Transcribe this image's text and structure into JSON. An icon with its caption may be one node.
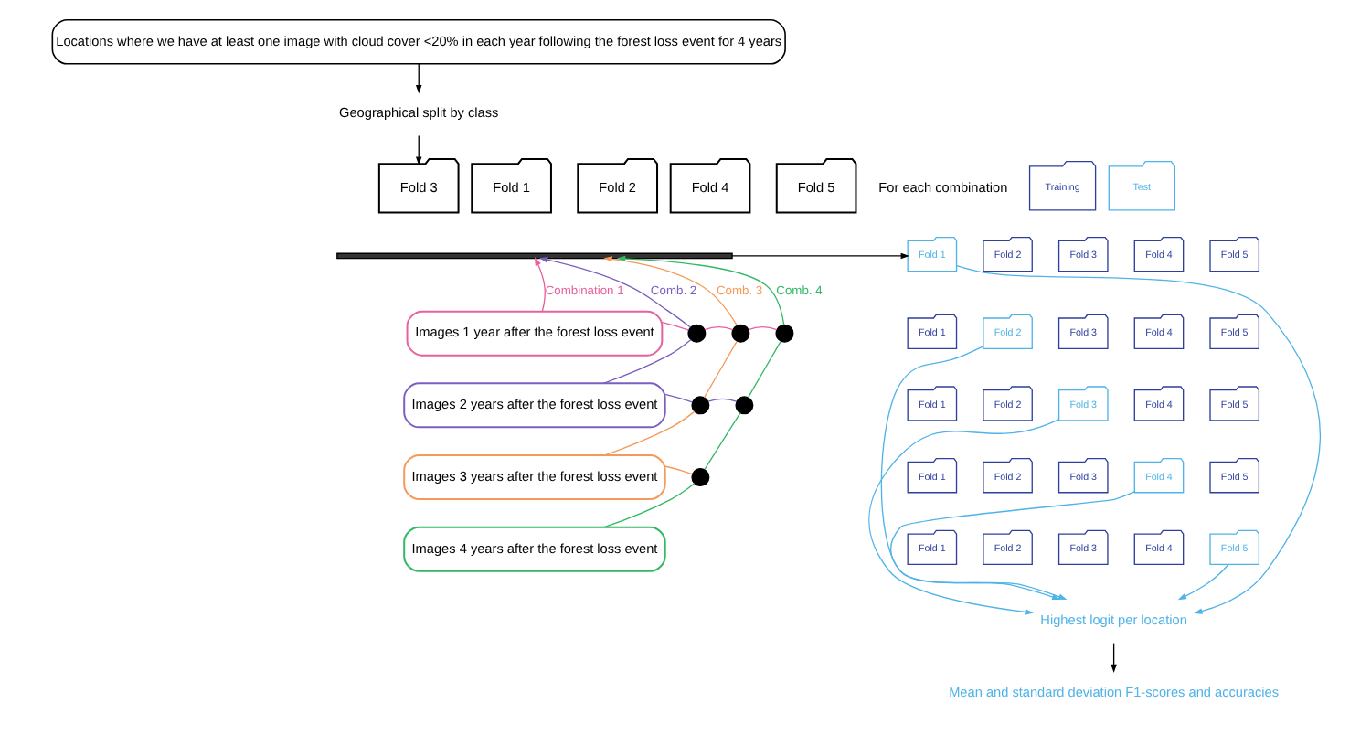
{
  "diagram": {
    "nodes": [
      {
        "text": [
          "Locations where we have at least one image with cloud cover <20% in each year following the forest loss event for 4 years"
        ]
      },
      {
        "text": [
          "Geographical split by class"
        ]
      },
      {
        "text": [
          "Fold 1"
        ]
      },
      {
        "text": [
          "Fold 2"
        ]
      },
      {
        "text": [
          "Fold 3"
        ]
      },
      {
        "text": [
          "Fold 4"
        ]
      },
      {
        "text": [
          "Fold 5"
        ]
      },
      {
        "text": [],
        "shape": "bar"
      },
      {
        "text": [
          "Images 1 year after the forest loss event"
        ]
      },
      {
        "text": [
          "Images 2 years after the forest loss event"
        ]
      },
      {
        "text": [
          "Images 3 years after the forest loss event"
        ]
      },
      {
        "text": [
          "Images 4 years after the forest loss event"
        ]
      },
      {
        "text": [],
        "shape": "circle"
      },
      {
        "text": [],
        "shape": "circle"
      },
      {
        "text": [],
        "shape": "circle"
      },
      {
        "text": [],
        "shape": "circle"
      },
      {
        "text": [],
        "shape": "circle"
      },
      {
        "text": [],
        "shape": "circle"
      },
      {
        "text": [
          "Fold 1"
        ]
      },
      {
        "text": [
          "Fold 2"
        ]
      },
      {
        "text": [
          "Fold 3"
        ]
      },
      {
        "text": [
          "Fold 4"
        ]
      },
      {
        "text": [
          "Fold 5"
        ]
      },
      {
        "text": [
          "Fold 1"
        ]
      },
      {
        "text": [
          "Fold 2"
        ]
      },
      {
        "text": [
          "Fold 3"
        ]
      },
      {
        "text": [
          "Fold 4"
        ]
      },
      {
        "text": [
          "Fold 5"
        ]
      },
      {
        "text": [
          "Fold 1"
        ]
      },
      {
        "text": [
          "Fold 2"
        ]
      },
      {
        "text": [
          "Fold 3"
        ]
      },
      {
        "text": [
          "Fold 4"
        ]
      },
      {
        "text": [
          "Fold 5"
        ]
      },
      {
        "text": [
          "Fold 1"
        ]
      },
      {
        "text": [
          "Fold 2"
        ]
      },
      {
        "text": [
          "Fold 3"
        ]
      },
      {
        "text": [
          "Fold 4"
        ]
      },
      {
        "text": [
          "Fold 5"
        ]
      },
      {
        "text": [
          "Fold 1"
        ]
      },
      {
        "text": [
          "Fold 2"
        ]
      },
      {
        "text": [
          "Fold 3"
        ]
      },
      {
        "text": [
          "Fold 4"
        ]
      },
      {
        "text": [
          "Fold 5"
        ]
      },
      {
        "text": [
          "Highest logit per location"
        ]
      },
      {
        "text": [
          "Mean and standard deviation F1-scores and accuracies"
        ]
      }
    ],
    "edges": [
      {
        "from": 0,
        "to": 1,
        "arrow": "to",
        "color": "#000000"
      },
      {
        "from": 1,
        "to": 4,
        "arrow": "to",
        "color": "#000000"
      },
      {
        "from": 7,
        "to": 18,
        "arrow": "to",
        "color": "#000000"
      },
      {
        "from": 8,
        "to": 7,
        "arrow": "to",
        "label": "Combination 1",
        "color": "#e8619f"
      },
      {
        "from": 8,
        "to": 12,
        "arrow": "none",
        "color": "#e8619f"
      },
      {
        "from": 12,
        "to": 13,
        "arrow": "none",
        "color": "#e8619f"
      },
      {
        "from": 13,
        "to": 14,
        "arrow": "none",
        "color": "#e8619f"
      },
      {
        "from": 9,
        "to": 12,
        "arrow": "none",
        "color": "#7b5fc0"
      },
      {
        "from": 12,
        "to": 7,
        "arrow": "to",
        "label": "Comb. 2",
        "color": "#7b5fc0"
      },
      {
        "from": 9,
        "to": 15,
        "arrow": "none",
        "color": "#7b5fc0"
      },
      {
        "from": 15,
        "to": 16,
        "arrow": "none",
        "color": "#7b5fc0"
      },
      {
        "from": 10,
        "to": 15,
        "arrow": "none",
        "color": "#f59a5a"
      },
      {
        "from": 15,
        "to": 13,
        "arrow": "none",
        "color": "#f59a5a"
      },
      {
        "from": 13,
        "to": 7,
        "arrow": "to",
        "label": "Comb. 3",
        "color": "#f59a5a"
      },
      {
        "from": 10,
        "to": 17,
        "arrow": "none",
        "color": "#f59a5a"
      },
      {
        "from": 11,
        "to": 17,
        "arrow": "none",
        "color": "#35b866"
      },
      {
        "from": 17,
        "to": 16,
        "arrow": "none",
        "color": "#35b866"
      },
      {
        "from": 16,
        "to": 14,
        "arrow": "none",
        "color": "#35b866"
      },
      {
        "from": 14,
        "to": 7,
        "arrow": "to",
        "label": "Comb. 4",
        "color": "#35b866"
      },
      {
        "from": 18,
        "to": 43,
        "arrow": "to",
        "color": "#4fb3e8"
      },
      {
        "from": 24,
        "to": 43,
        "arrow": "to",
        "color": "#4fb3e8"
      },
      {
        "from": 30,
        "to": 43,
        "arrow": "to",
        "color": "#4fb3e8"
      },
      {
        "from": 36,
        "to": 43,
        "arrow": "to",
        "color": "#4fb3e8"
      },
      {
        "from": 42,
        "to": 43,
        "arrow": "to",
        "color": "#4fb3e8"
      },
      {
        "from": 43,
        "to": 44,
        "arrow": "to",
        "color": "#000000"
      }
    ],
    "labels": [
      "For each combination"
    ],
    "legend": [
      {
        "text": "Training",
        "color": "#2e3f9e"
      },
      {
        "text": "Test",
        "color": "#4fb3e8"
      }
    ]
  }
}
